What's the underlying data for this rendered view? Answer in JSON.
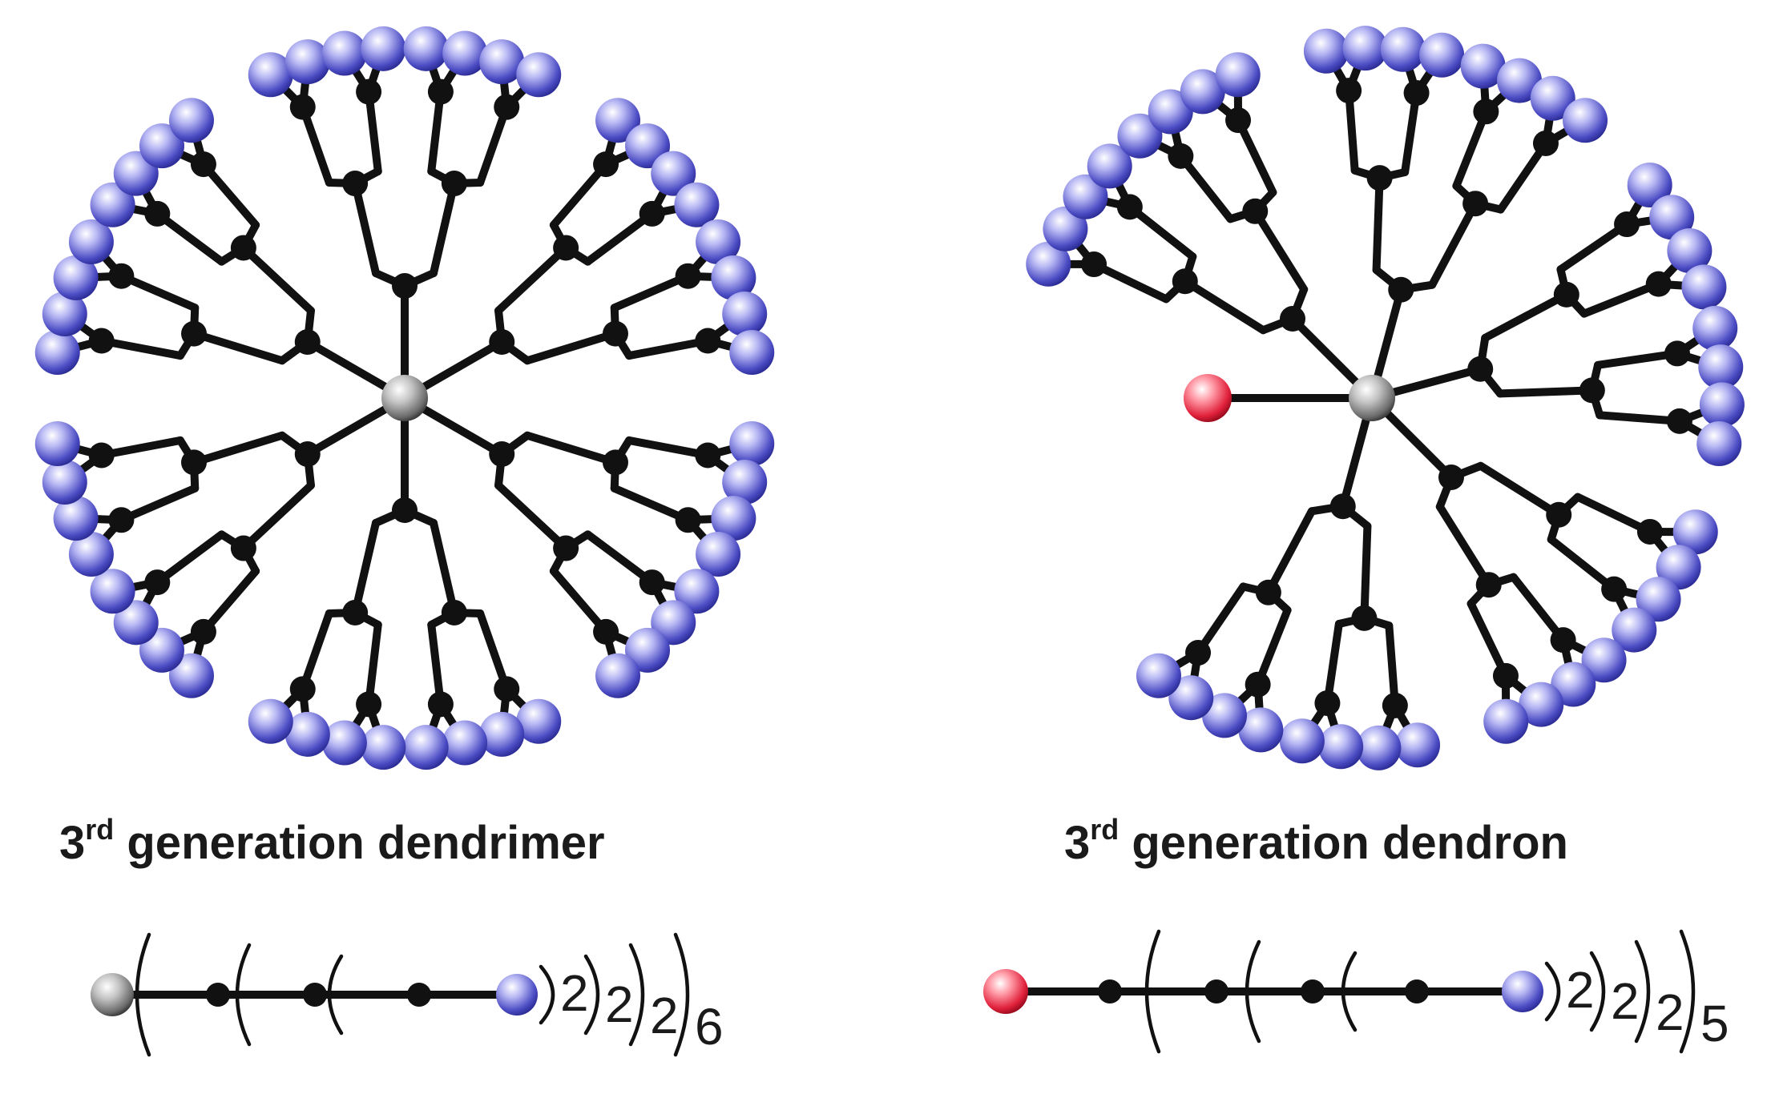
{
  "colors": {
    "bond": "#111111",
    "branch_node": "#111111",
    "core_atom": "#9a9a9a",
    "terminal_group": "#5a5ad0",
    "focal_point": "#e0203a",
    "background": "#ffffff"
  },
  "icons": {
    "core": "grey-sphere-icon",
    "terminal": "blue-sphere-icon",
    "focal": "red-sphere-icon",
    "branch": "black-dot-icon"
  },
  "dendrimer": {
    "caption_prefix": "3",
    "caption_sup": "rd",
    "caption_text": " generation dendrimer",
    "core_branches": 6,
    "generations": 3,
    "terminal_groups": 48,
    "formula": {
      "subscripts": [
        "2",
        "2",
        "2",
        "6"
      ]
    }
  },
  "dendron": {
    "caption_prefix": "3",
    "caption_sup": "rd",
    "caption_text": " generation dendron",
    "core_branches": 5,
    "generations": 3,
    "terminal_groups": 40,
    "formula": {
      "subscripts": [
        "2",
        "2",
        "2",
        "5"
      ]
    }
  }
}
